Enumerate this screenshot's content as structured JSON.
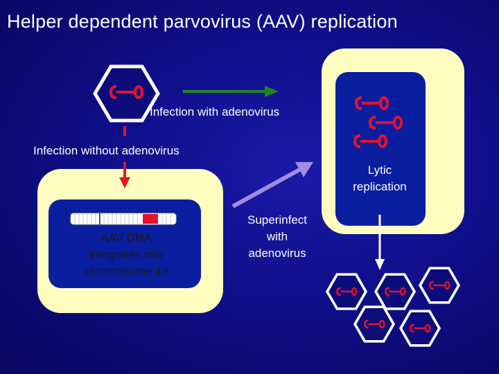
{
  "title": "Helper dependent parvovirus (AAV) replication",
  "labels": {
    "infection_with": "Infection with adenovirus",
    "infection_without": "Infection without adenovirus",
    "lytic": "Lytic\nreplication",
    "superinfect": "Superinfect\nwith\nadenovirus",
    "integrates": "AAV DNA\nintegrates into\nchromosome 19"
  },
  "colors": {
    "background": "#0f0f8a",
    "cell": "#fffcc0",
    "nucleus": "#0a1ea0",
    "dna": "#e8112a",
    "arrow_green": "#1e8a1e",
    "arrow_red": "#e0191f",
    "arrow_purple": "#a08ce0",
    "arrow_white": "#ffffff"
  }
}
